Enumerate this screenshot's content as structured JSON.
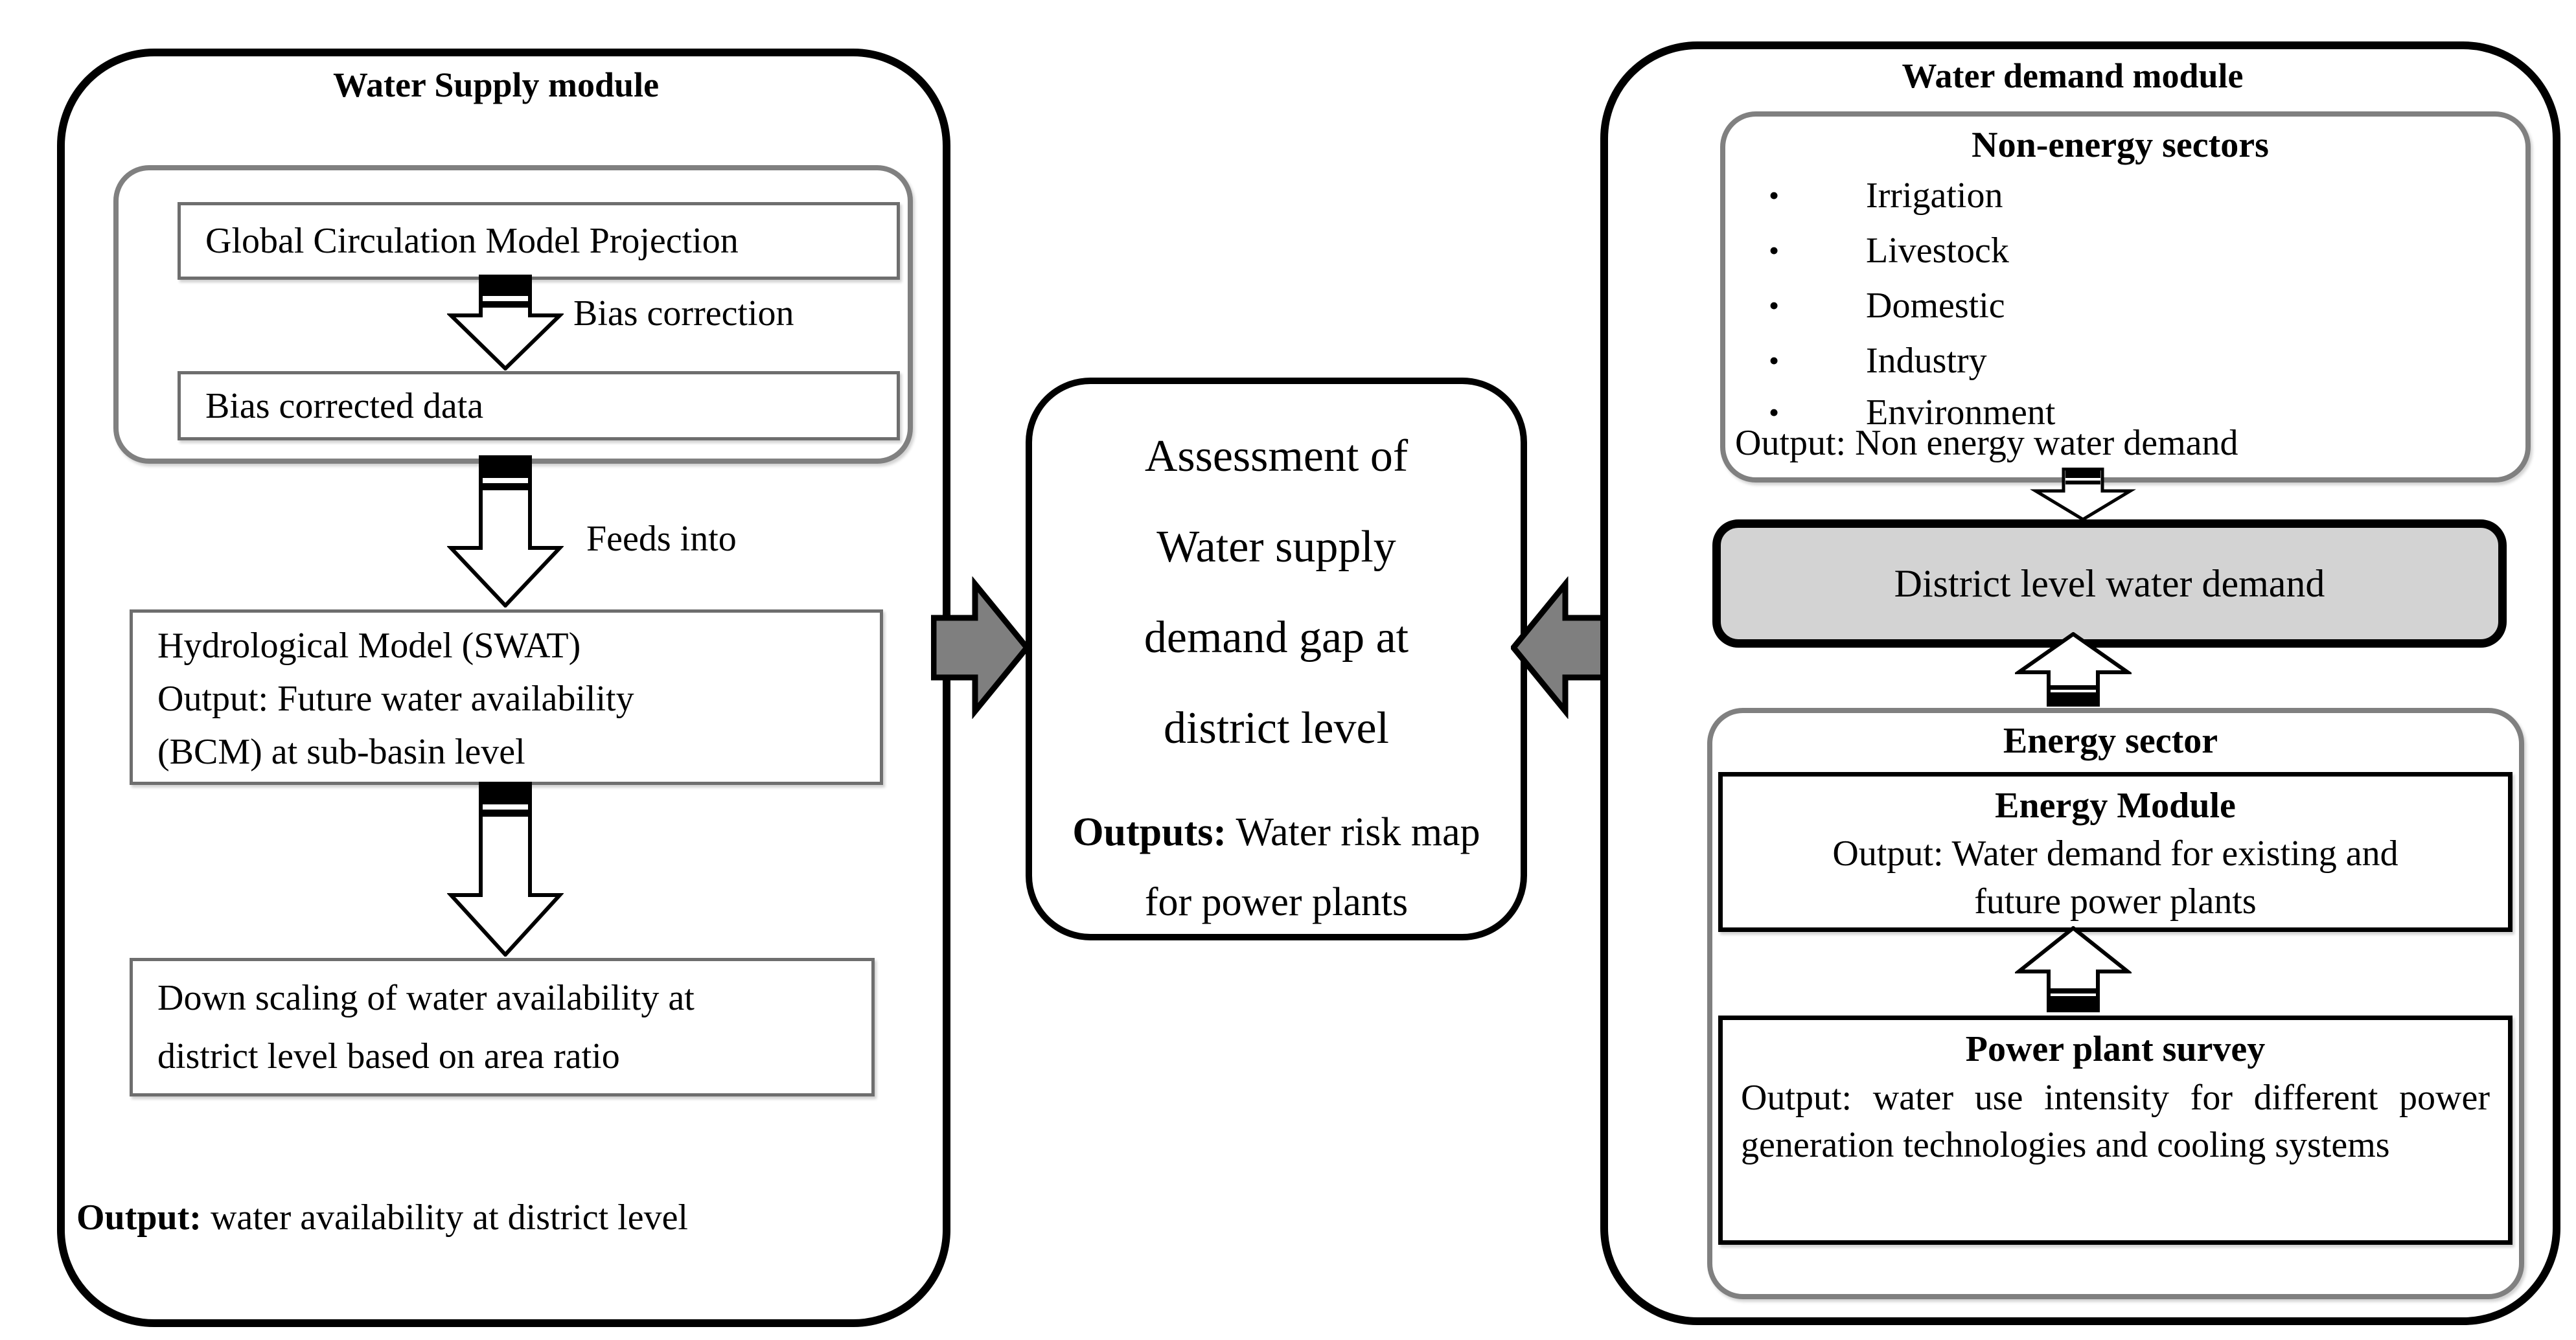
{
  "figure": {
    "description": "Water supply and demand assessment framework diagram"
  },
  "colors": {
    "outline_black": "#000000",
    "container_border_gray": "#808080",
    "arrow_fill_gray": "#7f7f7f",
    "district_box_fill": "#d3d3d3",
    "background": "#ffffff"
  },
  "icons": {
    "down_arrow": "down-block-arrow",
    "up_arrow": "up-block-arrow",
    "left_arrow": "left-block-arrow",
    "right_arrow": "right-block-arrow",
    "bullet": "bullet-dot"
  },
  "water_supply_module": {
    "title": "Water Supply module",
    "gcm_box_label": "Global Circulation Model Projection",
    "bias_arrow_label": "Bias correction",
    "bias_box_label": "Bias corrected data",
    "feeds_arrow_label": "Feeds into",
    "hydrological_box_lines": [
      "Hydrological Model (SWAT)",
      "Output: Future water availability",
      "(BCM) at sub-basin level"
    ],
    "downscaling_box_lines": [
      "Down scaling of water availability at",
      "district level based on area ratio"
    ],
    "output_label_bold": "Output:",
    "output_label_rest": " water availability at district level"
  },
  "assessment_box": {
    "title_lines": [
      "Assessment of",
      "Water supply",
      "demand gap at",
      "district level"
    ],
    "outputs_bold": "Outputs:",
    "outputs_rest": " Water risk map for power plants"
  },
  "water_demand_module": {
    "title": "Water demand module",
    "non_energy_sectors": {
      "heading": "Non-energy sectors",
      "bullet": "•",
      "items": [
        "Irrigation",
        "Livestock",
        "Domestic",
        "Industry",
        "Environment"
      ],
      "output_label": "Output: Non energy water demand"
    },
    "district_demand_box_label": "District level water demand",
    "energy_sector": {
      "heading": "Energy sector",
      "energy_module_heading": "Energy Module",
      "energy_module_lines": [
        "Output: Water demand for existing and",
        "future power plants"
      ],
      "survey_heading": "Power plant survey",
      "survey_body": "Output: water use intensity for different power generation technologies and cooling systems"
    }
  }
}
